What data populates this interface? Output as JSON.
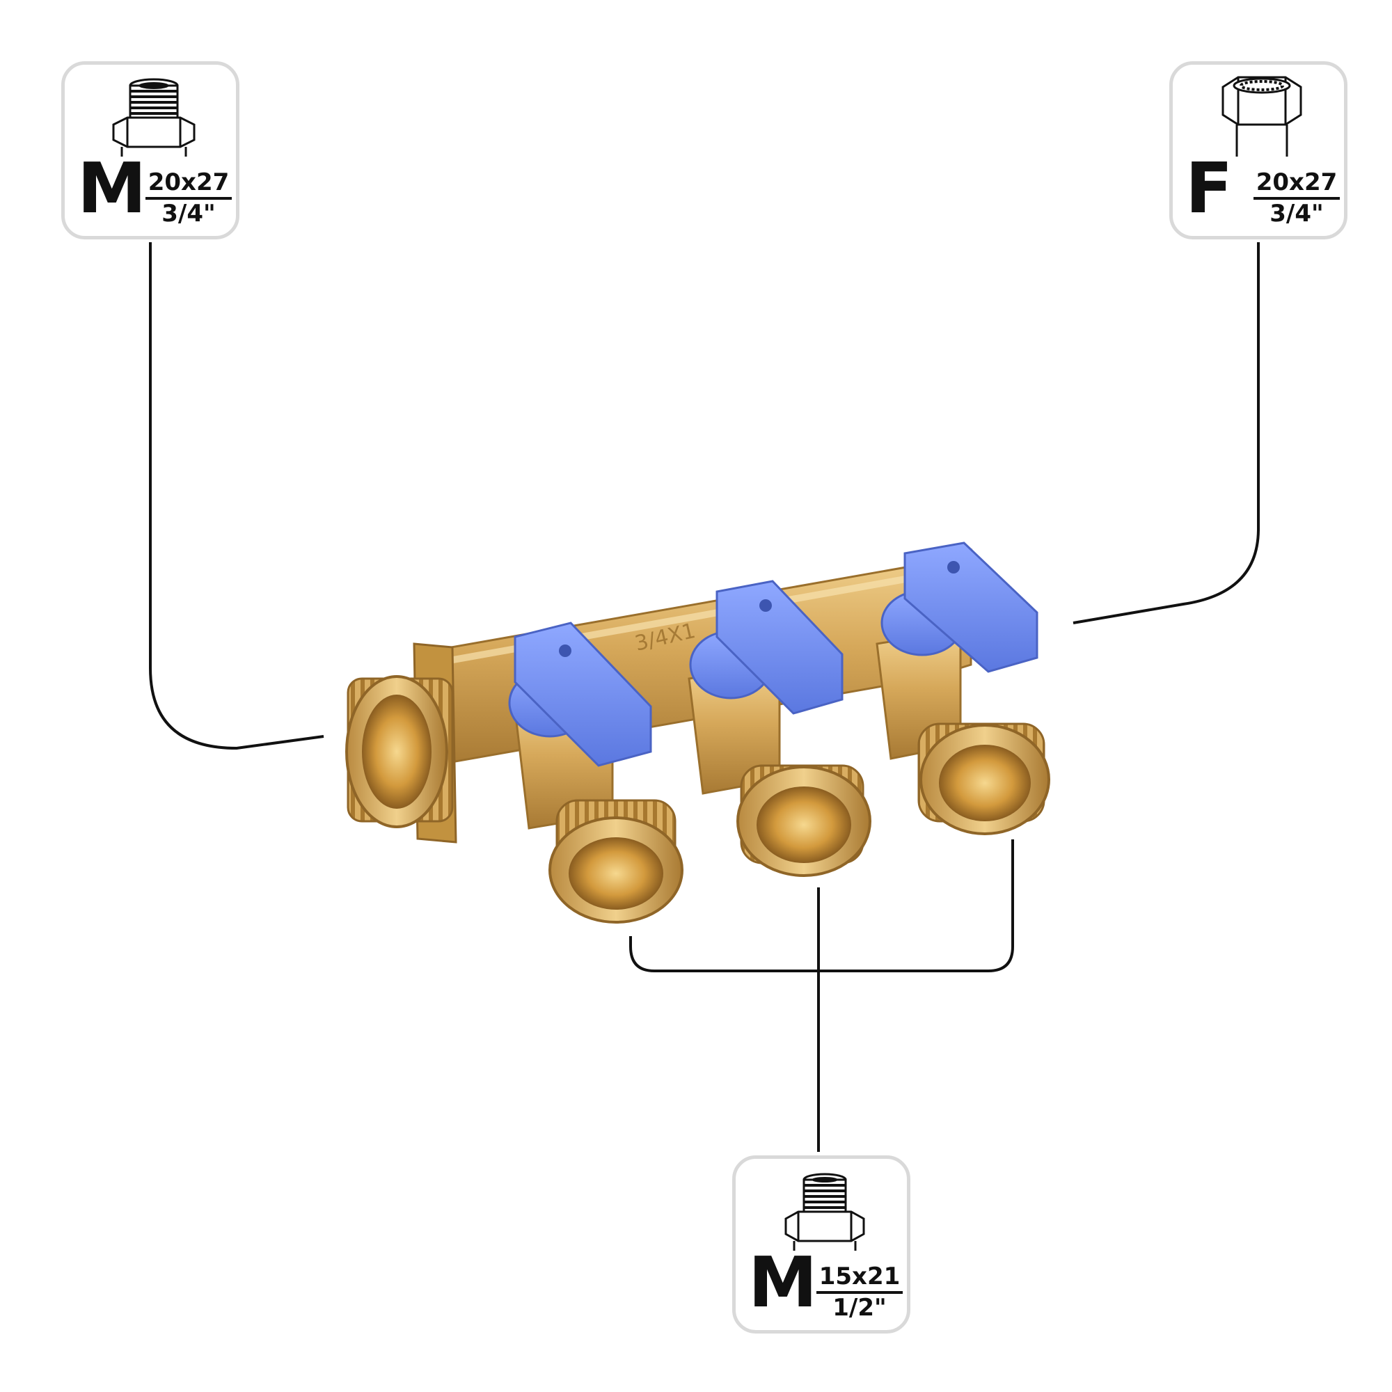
{
  "badges": {
    "inlet": {
      "gender": "M",
      "metric": "20x27",
      "inch": "3/4\"",
      "icon": "male-thread-fitting-icon"
    },
    "outlet": {
      "gender": "F",
      "metric": "20x27",
      "inch": "3/4\"",
      "icon": "female-thread-fitting-icon"
    },
    "branch": {
      "gender": "M",
      "metric": "15x21",
      "inch": "1/2\"",
      "icon": "male-thread-fitting-icon"
    }
  },
  "product": {
    "engraving": "3/4X1",
    "colors": {
      "brass": "#d7ad5f",
      "handle": "#6f8ff2",
      "line": "#111111",
      "badge_border": "#d9d9d9"
    }
  }
}
